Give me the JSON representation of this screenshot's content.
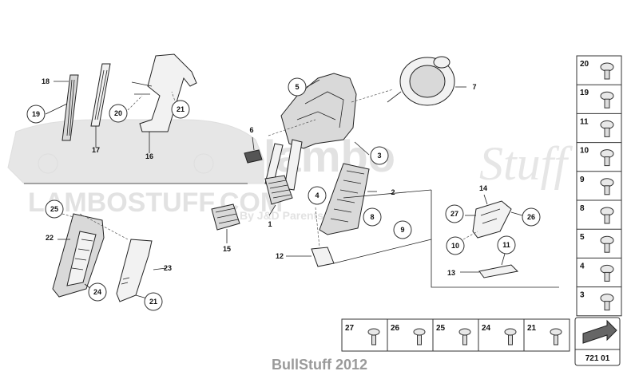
{
  "watermark": {
    "logo_text": "LAMBOSTUFF.COM",
    "logo_sub": "By J&D Parents",
    "script_word": "lambo",
    "script_word2": "Stuff"
  },
  "callouts": [
    "1",
    "2",
    "3",
    "4",
    "5",
    "6",
    "7",
    "8",
    "9",
    "10",
    "11",
    "12",
    "13",
    "14",
    "15",
    "16",
    "17",
    "18",
    "19",
    "20",
    "21",
    "22",
    "23",
    "24",
    "25",
    "26",
    "27"
  ],
  "right_panel": {
    "items": [
      "20",
      "19",
      "11",
      "10",
      "9",
      "8",
      "5",
      "4",
      "3"
    ]
  },
  "bottom_panel": {
    "items": [
      "27",
      "26",
      "25",
      "24",
      "21"
    ]
  },
  "diagram_number": "721 01",
  "footer": "BullStuff 2012"
}
